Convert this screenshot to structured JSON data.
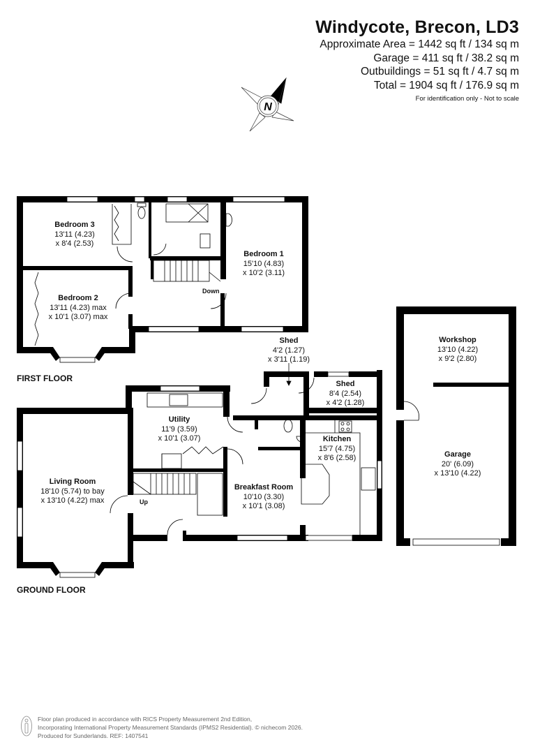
{
  "header": {
    "title": "Windycote, Brecon, LD3",
    "areas": [
      "Approximate Area = 1442 sq ft / 134 sq m",
      "Garage = 411 sq ft / 38.2 sq m",
      "Outbuildings = 51 sq ft / 4.7 sq m",
      "Total = 1904 sq ft / 176.9 sq m"
    ],
    "disclaimer": "For identification only - Not to scale"
  },
  "compass": {
    "label": "N",
    "icon": "compass-north-icon"
  },
  "floors": {
    "first_floor": {
      "label": "FIRST FLOOR",
      "rooms": [
        {
          "name": "Bedroom 3",
          "dim1": "13'11 (4.23)",
          "dim2": "x 8'4 (2.53)"
        },
        {
          "name": "Bedroom 2",
          "dim1": "13'11 (4.23) max",
          "dim2": "x 10'1 (3.07) max"
        },
        {
          "name": "Bedroom 1",
          "dim1": "15'10 (4.83)",
          "dim2": "x 10'2 (3.11)"
        }
      ],
      "stairs_label": "Down"
    },
    "ground_floor": {
      "label": "GROUND FLOOR",
      "rooms": [
        {
          "name": "Living Room",
          "dim1": "18'10 (5.74) to bay",
          "dim2": "x 13'10 (4.22) max"
        },
        {
          "name": "Utility",
          "dim1": "11'9 (3.59)",
          "dim2": "x 10'1 (3.07)"
        },
        {
          "name": "Breakfast Room",
          "dim1": "10'10 (3.30)",
          "dim2": "x 10'1 (3.08)"
        },
        {
          "name": "Kitchen",
          "dim1": "15'7 (4.75)",
          "dim2": "x 8'6 (2.58)"
        },
        {
          "name": "Shed",
          "dim1": "4'2 (1.27)",
          "dim2": "x 3'11 (1.19)"
        },
        {
          "name": "Shed",
          "dim1": "8'4 (2.54)",
          "dim2": "x 4'2 (1.28)"
        }
      ],
      "stairs_label": "Up"
    },
    "outbuilding": {
      "rooms": [
        {
          "name": "Workshop",
          "dim1": "13'10 (4.22)",
          "dim2": "x 9'2 (2.80)"
        },
        {
          "name": "Garage",
          "dim1": "20' (6.09)",
          "dim2": "x 13'10 (4.22)"
        }
      ]
    }
  },
  "footer": {
    "lines": [
      "Floor plan produced in accordance with RICS Property Measurement 2nd Edition,",
      "Incorporating International Property Measurement Standards (IPMS2 Residential).   © nichecom 2026.",
      "Produced for Sunderlands.   REF: 1407541"
    ]
  },
  "colors": {
    "wall": "#000000",
    "background": "#ffffff",
    "footer_text": "#666666"
  }
}
